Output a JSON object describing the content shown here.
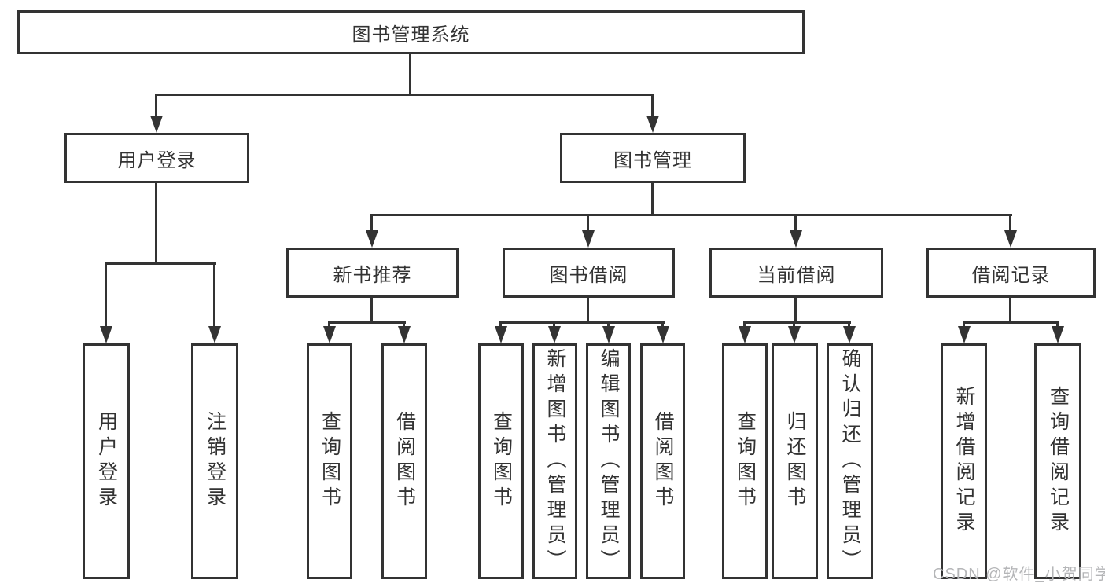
{
  "root": {
    "label": "图书管理系统"
  },
  "level2": [
    {
      "label": "用户登录"
    },
    {
      "label": "图书管理"
    }
  ],
  "level3": [
    {
      "label": "新书推荐"
    },
    {
      "label": "图书借阅"
    },
    {
      "label": "当前借阅"
    },
    {
      "label": "借阅记录"
    }
  ],
  "leaves": [
    {
      "group": "用户登录",
      "label": "用户登录"
    },
    {
      "group": "用户登录",
      "label": "注销登录"
    },
    {
      "group": "新书推荐",
      "label": "查询图书"
    },
    {
      "group": "新书推荐",
      "label": "借阅图书"
    },
    {
      "group": "图书借阅",
      "label": "查询图书"
    },
    {
      "group": "图书借阅",
      "label": "新增图书（管理员）"
    },
    {
      "group": "图书借阅",
      "label": "编辑图书（管理员）"
    },
    {
      "group": "图书借阅",
      "label": "借阅图书"
    },
    {
      "group": "当前借阅",
      "label": "查询图书"
    },
    {
      "group": "当前借阅",
      "label": "归还图书"
    },
    {
      "group": "当前借阅",
      "label": "确认归还（管理员）"
    },
    {
      "group": "借阅记录",
      "label": "新增借阅记录"
    },
    {
      "group": "借阅记录",
      "label": "查询借阅记录"
    }
  ],
  "watermark": {
    "text": "CSDN @软件_小贺同学",
    "color": "#b5b6b8"
  },
  "colors": {
    "line": "#333333",
    "box_fill": "#ffffff",
    "text": "#333333",
    "background": "#ffffff"
  }
}
